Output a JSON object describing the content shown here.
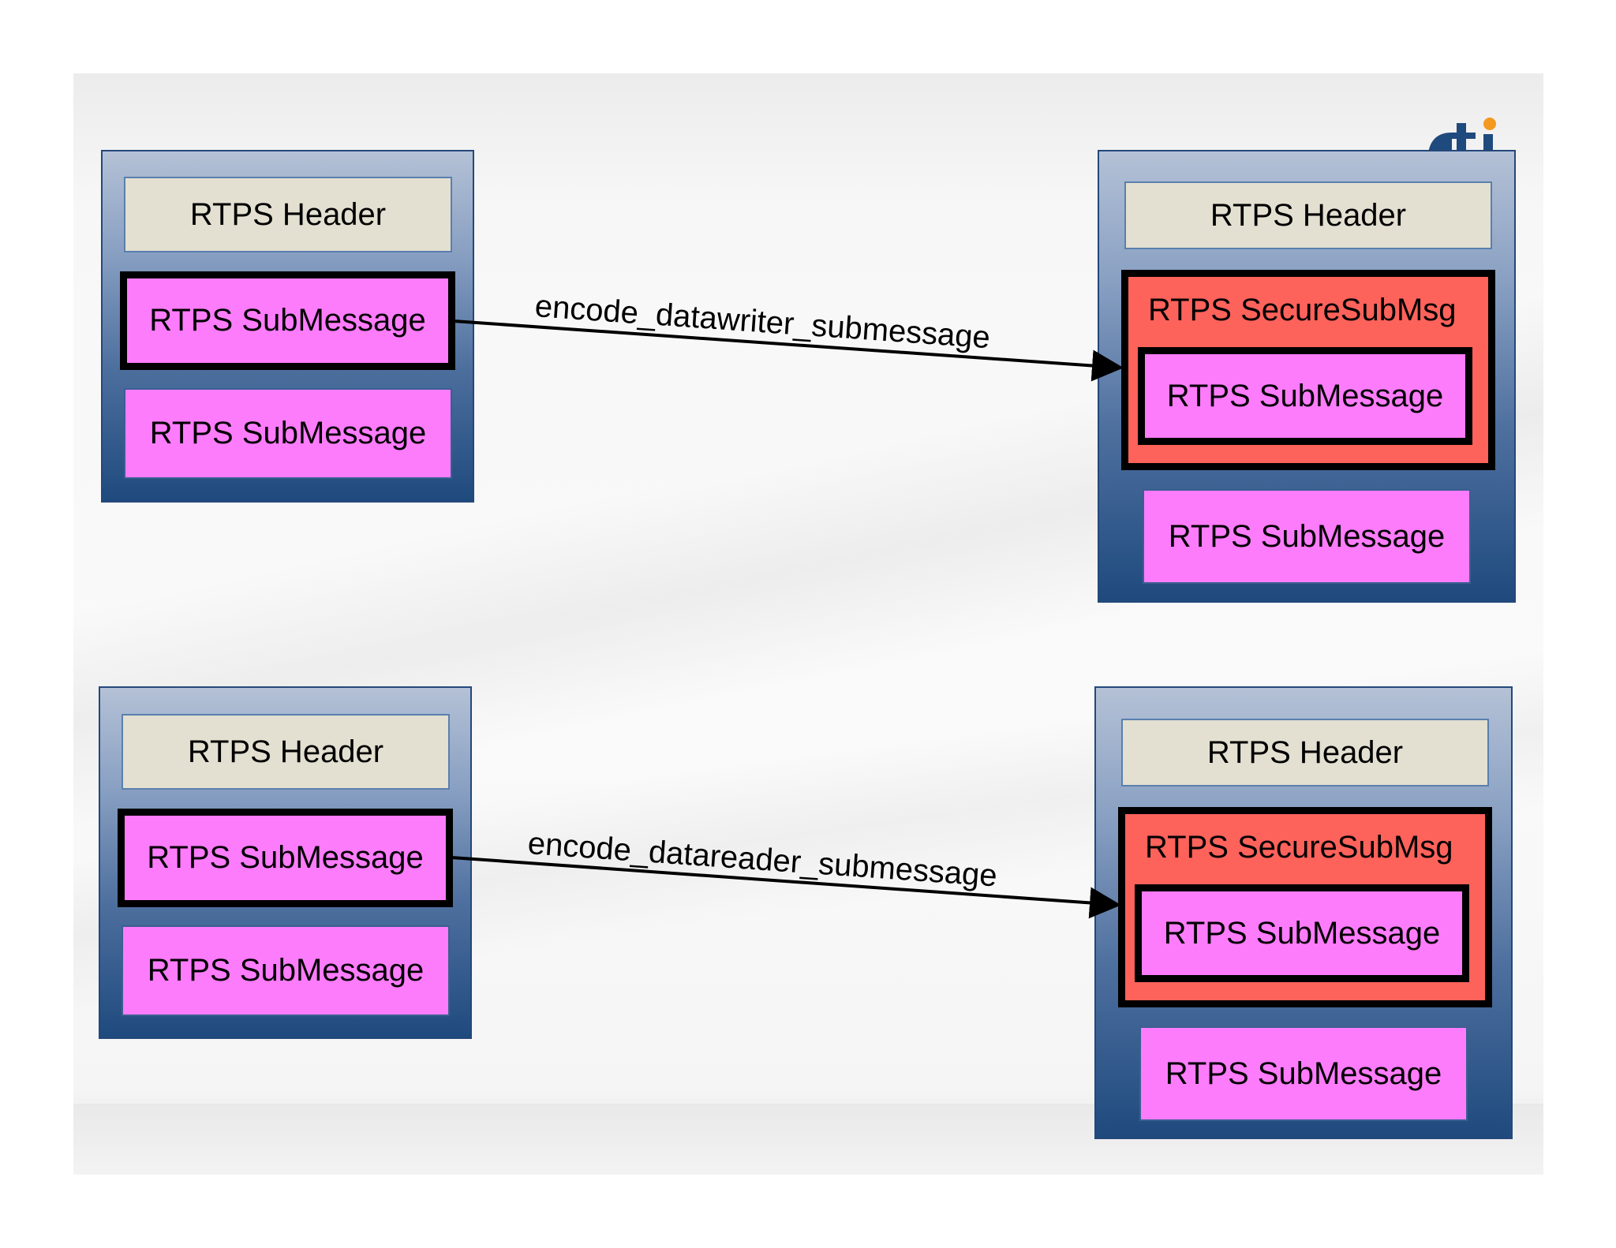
{
  "logo": {
    "text": "rti"
  },
  "top": {
    "left_packet": {
      "header": "RTPS Header",
      "submessages": [
        "RTPS SubMessage",
        "RTPS SubMessage"
      ]
    },
    "arrow_label": "encode_datawriter_submessage",
    "right_packet": {
      "header": "RTPS Header",
      "secure_label": "RTPS SecureSubMsg",
      "inner_submessage": "RTPS SubMessage",
      "submessage": "RTPS SubMessage"
    }
  },
  "bottom": {
    "left_packet": {
      "header": "RTPS Header",
      "submessages": [
        "RTPS SubMessage",
        "RTPS SubMessage"
      ]
    },
    "arrow_label": "encode_datareader_submessage",
    "right_packet": {
      "header": "RTPS Header",
      "secure_label": "RTPS SecureSubMsg",
      "inner_submessage": "RTPS SubMessage",
      "submessage": "RTPS SubMessage"
    }
  },
  "colors": {
    "header_fill": "#e3e0d1",
    "submessage_fill": "#fd7cfc",
    "secure_fill": "#fd625b",
    "packet_top": "#b4c1d6",
    "packet_bottom": "#1f4a7e"
  }
}
